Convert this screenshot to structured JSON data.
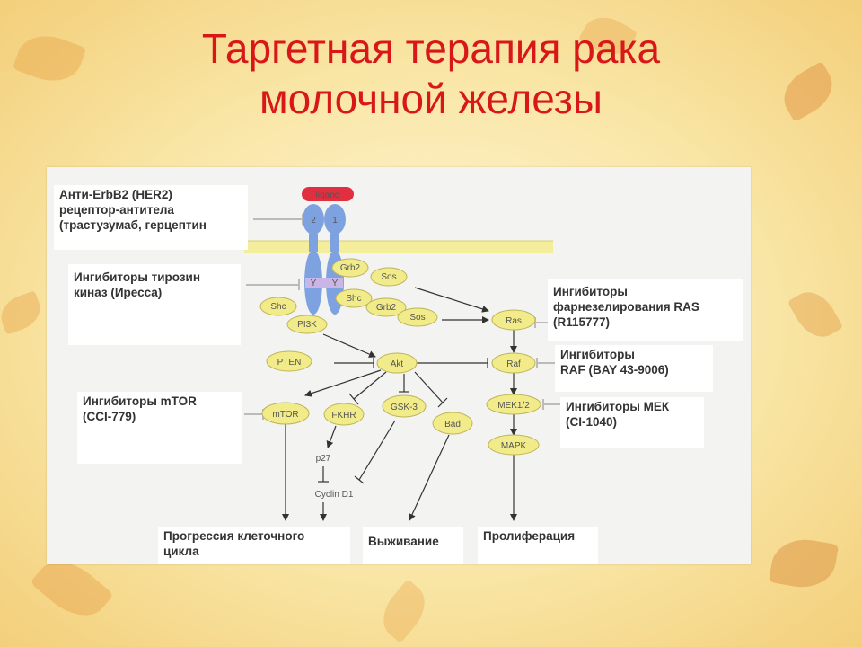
{
  "slide": {
    "title_line1": "Таргетная терапия рака",
    "title_line2": "молочной железы",
    "colors": {
      "title": "#d81818",
      "node_fill": "#f2eb8a",
      "receptor": "#7ea2e0",
      "ligand": "#e03040"
    }
  },
  "diagram": {
    "ligand": "ligand",
    "receptor_labels": [
      "2",
      "1"
    ],
    "kinase_labels": [
      "Y",
      "Y"
    ],
    "nodes": {
      "grb2_top": "Grb2",
      "sos_top": "Sos",
      "shc_right": "Shc",
      "grb2_mid": "Grb2",
      "sos_mid": "Sos",
      "shc_left": "Shc",
      "pi3k": "PI3K",
      "ras": "Ras",
      "pten": "PTEN",
      "akt": "Akt",
      "raf": "Raf",
      "mtor": "mTOR",
      "fkhr": "FKHR",
      "gsk3": "GSK-3",
      "bad": "Bad",
      "mek": "MEK1/2",
      "mapk": "MAPK",
      "p27": "p27",
      "cyclin": "Cyclin D1"
    },
    "drug_boxes": {
      "anti_erbb2": [
        "Анти-ErbB2 (HER2)",
        "рецептор-антитела",
        "(трастузумаб, герцептин"
      ],
      "tki": [
        "Ингибиторы тирозин",
        "киназ (Иресса)"
      ],
      "mtor_inh": [
        "Ингибиторы mTOR",
        "(CCI-779)"
      ],
      "ras_inh": [
        "Ингибиторы",
        "фарнезелирования RAS",
        "(R115777)"
      ],
      "raf_inh": [
        "Ингибиторы",
        "RAF (BAY 43-9006)"
      ],
      "mek_inh": [
        "Ингибиторы МЕК",
        "(CI-1040)"
      ]
    },
    "outcomes": {
      "cell_cycle": [
        "Прогрессия клеточного",
        "цикла"
      ],
      "survival": "Выживание",
      "proliferation": "Пролиферация"
    }
  }
}
